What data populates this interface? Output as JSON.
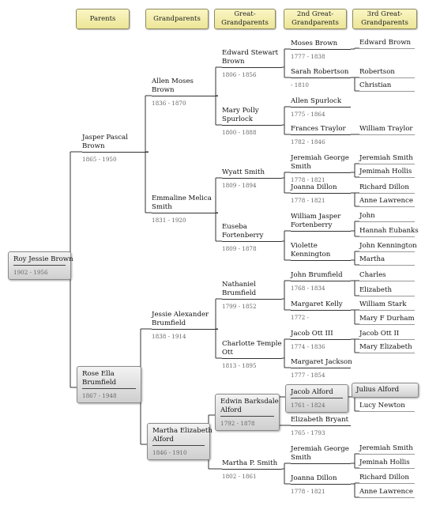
{
  "headers": [
    "Parents",
    "Grandparents",
    "Great-\nGrandparents",
    "2nd Great-\nGrandparents",
    "3rd Great-\nGrandparents"
  ],
  "people": [
    {
      "id": "p0",
      "name": "Roy Jessie Brown",
      "dates": "1902 - 1956",
      "parent": null
    },
    {
      "id": "p1",
      "name": "Jasper Pascal\nBrown",
      "dates": "1865 - 1950",
      "parent": "p0"
    },
    {
      "id": "p2",
      "name": "Rose Ella\nBrumfield",
      "dates": "1867 - 1948",
      "parent": "p0"
    },
    {
      "id": "p3",
      "name": "Allen Moses\nBrown",
      "dates": "1836 - 1870",
      "parent": "p1"
    },
    {
      "id": "p4",
      "name": "Emmaline Melica\nSmith",
      "dates": "1831 - 1920",
      "parent": "p1"
    },
    {
      "id": "p5",
      "name": "Jessie Alexander\nBrumfield",
      "dates": "1838 - 1914",
      "parent": "p2"
    },
    {
      "id": "p6",
      "name": "Martha Elizabeth\nAlford",
      "dates": "1846 - 1910",
      "parent": "p2"
    },
    {
      "id": "p7",
      "name": "Edward Stewart\nBrown",
      "dates": "1806 - 1856",
      "parent": "p3"
    },
    {
      "id": "p8",
      "name": "Mary Polly\nSpurlock",
      "dates": "1800 - 1888",
      "parent": "p3"
    },
    {
      "id": "p9",
      "name": "Wyatt Smith",
      "dates": "1809 - 1894",
      "parent": "p4"
    },
    {
      "id": "p10",
      "name": "Euseba\nFortenberry",
      "dates": "1809 - 1878",
      "parent": "p4"
    },
    {
      "id": "p11",
      "name": "Nathaniel\nBrumfield",
      "dates": "1799 - 1852",
      "parent": "p5"
    },
    {
      "id": "p12",
      "name": "Charlotte Temple\nOtt",
      "dates": "1813 - 1895",
      "parent": "p5"
    },
    {
      "id": "p13",
      "name": "Edwin Barksdale\nAlford",
      "dates": "1792 - 1878",
      "parent": "p6"
    },
    {
      "id": "p14",
      "name": "Martha P. Smith",
      "dates": "1802 - 1861",
      "parent": "p6"
    },
    {
      "id": "p15",
      "name": "Moses Brown",
      "dates": "1777 - 1838",
      "parent": "p7"
    },
    {
      "id": "p16",
      "name": "Sarah Robertson",
      "dates": "- 1810",
      "parent": "p7"
    },
    {
      "id": "p17",
      "name": "Allen Spurlock",
      "dates": "1775 - 1864",
      "parent": "p8"
    },
    {
      "id": "p18",
      "name": "Frances Traylor",
      "dates": "1782 - 1846",
      "parent": "p8"
    },
    {
      "id": "p19",
      "name": "Jeremiah George\nSmith",
      "dates": "1778 - 1821",
      "parent": "p9"
    },
    {
      "id": "p20",
      "name": "Joanna Dillon",
      "dates": "1778 - 1821",
      "parent": "p9"
    },
    {
      "id": "p21",
      "name": "William Jasper\nFortenberry",
      "dates": "",
      "parent": "p10"
    },
    {
      "id": "p22",
      "name": "Violette\nKennington",
      "dates": "",
      "parent": "p10"
    },
    {
      "id": "p23",
      "name": "John Brumfield",
      "dates": "1768 - 1834",
      "parent": "p11"
    },
    {
      "id": "p24",
      "name": "Margaret Kelly",
      "dates": "1772 -",
      "parent": "p11"
    },
    {
      "id": "p25",
      "name": "Jacob Ott III",
      "dates": "1774 - 1836",
      "parent": "p12"
    },
    {
      "id": "p26",
      "name": "Margaret Jackson",
      "dates": "1777 - 1854",
      "parent": "p12"
    },
    {
      "id": "p27",
      "name": "Jacob Alford",
      "dates": "1761 - 1824",
      "parent": "p13"
    },
    {
      "id": "p28",
      "name": "Elizabeth Bryant",
      "dates": "1765 - 1793",
      "parent": "p13"
    },
    {
      "id": "p29",
      "name": "Jeremiah George\nSmith",
      "dates": "",
      "parent": "p14"
    },
    {
      "id": "p30",
      "name": "Joanna Dillon",
      "dates": "1778 - 1821",
      "parent": "p14"
    }
  ],
  "gen4": [
    {
      "pid": "p15",
      "name": "Edward Brown"
    },
    {
      "pid": "p16",
      "name": "Robertson"
    },
    {
      "pid": "p16",
      "name": "Christian"
    },
    {
      "pid": "p18",
      "name": "William Traylor"
    },
    {
      "pid": "p19",
      "name": "Jeremiah Smith"
    },
    {
      "pid": "p19",
      "name": "Jemimah Hollis"
    },
    {
      "pid": "p20",
      "name": "Richard Dillon"
    },
    {
      "pid": "p20",
      "name": "Anne Lawrence"
    },
    {
      "pid": "p21",
      "name": "John"
    },
    {
      "pid": "p21",
      "name": "Hannah Eubanks"
    },
    {
      "pid": "p22",
      "name": "John Kennington"
    },
    {
      "pid": "p22",
      "name": "Martha"
    },
    {
      "pid": "p23",
      "name": "Charles"
    },
    {
      "pid": "p23",
      "name": "Elizabeth"
    },
    {
      "pid": "p24",
      "name": "William Stark"
    },
    {
      "pid": "p24",
      "name": "Mary F Durham"
    },
    {
      "pid": "p25",
      "name": "Jacob Ott II"
    },
    {
      "pid": "p25",
      "name": "Mary Elizabeth"
    },
    {
      "pid": "p27",
      "name": "Julius Alford"
    },
    {
      "pid": "p27",
      "name": "Lucy Newton"
    },
    {
      "pid": "p29",
      "name": "Jeremiah Smith"
    },
    {
      "pid": "p29",
      "name": "Jeminah Hollis"
    },
    {
      "pid": "p30",
      "name": "Richard Dillon"
    },
    {
      "pid": "p30",
      "name": "Anne Lawrence"
    }
  ],
  "highlighted": [
    "p0",
    "p2",
    "p6",
    "p13",
    "p27",
    "Julius Alford"
  ],
  "colors": {
    "header_fill": "#f3eeb2",
    "line": "#333333",
    "highlight_fill": "#dddddd"
  }
}
